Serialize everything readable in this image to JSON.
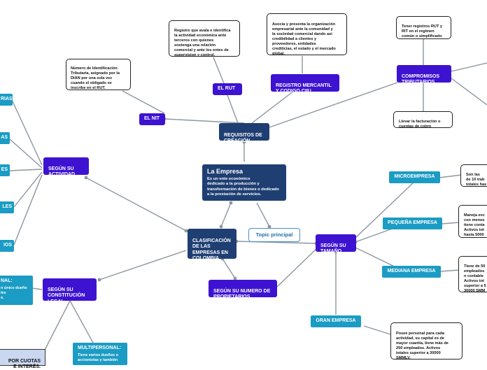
{
  "center": {
    "title": "La Empresa",
    "description": "Es un ente económico\ndedicado a la producción y\ntransformación de bienes o dedicado\na la prestación de servicios."
  },
  "topic_principal": "Topic principal",
  "requisitos": {
    "label": "REQUISITOS DE\nCREACIÓN",
    "el_nit": "EL NIT",
    "el_nit_note": "Número de Identificación\nTributaria, asignado por la\nDIAN por una sola vez\ncuando el obligado se\ninscribe en el RUT.",
    "el_rut": "EL RUT",
    "el_rut_note": "Registro que avala e identifica\nla actividad económica ante\nterceros  con quienes\nsostenga una relación\ncomercial y ante los entes de\nsupervision y control.",
    "registro": "REGISTRO MERCANTIL\nY CODIGO CIIU",
    "registro_note": "Asocia y presenta la organización\nempresarial ante la  comunidad y\nla sociedad comercial dando asi\ncredibilidad a clientes y\nproveedores, entidades\ncrediticias, el estado y el mercado\nglobal.",
    "compromisos": "COMPROMISOS\nTRIBUTARIOS",
    "compromisos_note1": "Tener registros RUT y\nRIT en el regimen\ncomún o simplificado",
    "compromisos_note2": "Llevar la facturación o\ncuentas de cobro"
  },
  "clasificacion": {
    "label": "CLASIFICACIÓN\nDE LAS\nEMPRESAS EN\nCOLOMBIA",
    "segun_actividad": "SEGÚN SU\nACTIVIDAD",
    "actividad_leaves": [
      "RIAS",
      "AS",
      "ES",
      "LES",
      "IOS"
    ],
    "segun_constitucion": "SEGÚN SU\nCONSTITUCIÓN\nLEGAL",
    "personal_title": "NAL:",
    "personal_desc": "n único dueño\nles\ne.",
    "multipersonal_title": "MULTIPERSONAL:",
    "multipersonal_desc": "Tiene varios dueños o\naccionistas y también",
    "cuotas": "POR CUOTAS\nE INTERÉS.",
    "segun_numero": "SEGÚN SU NUMERO DE\nPROPIETARIOS",
    "segun_tamano": "SEGÚN SU\nTAMAÑO",
    "microempresa": "MICROEMPRESA",
    "micro_note": "Son las\nde 10 trab\ntotales has",
    "pequena": "PEQUEÑA EMPRESA",
    "pequena_note": "Maneja exc\ncon menos\ntiene conta\nActivos tot\nhasta 5000",
    "mediana": "MEDIANA EMPRESA",
    "mediana_note": "Tiene de 50\nempleados\nn contable\nActivos tot\nsuperior a 5\n30000 SMM",
    "grande": "GRAN EMPRESA",
    "grande_note": "Posee personal para cada\nactividad, su capital es de\nmayor cuantía, tiene más de\n250 empleados. Activos\ntotales superior a 30000\nSMMLV."
  }
}
